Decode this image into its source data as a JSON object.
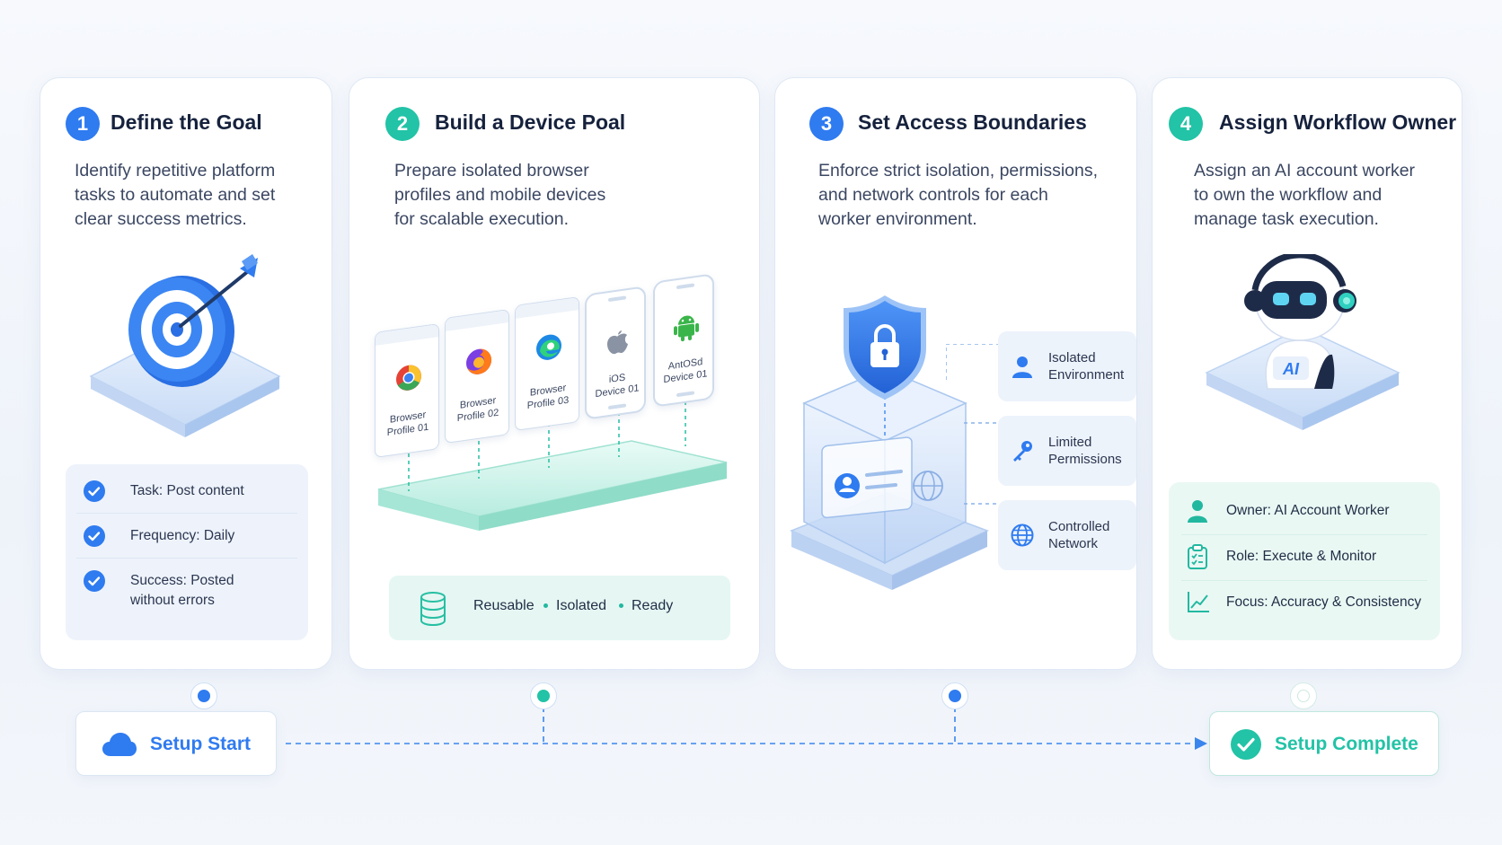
{
  "steps": [
    {
      "number": "1",
      "title": "Define the Goal",
      "description": [
        "Identify repetitive platform",
        "tasks to automate and set",
        "clear success metrics."
      ],
      "checklist": [
        {
          "line1": "Task: Post content",
          "line2": ""
        },
        {
          "line1": "Frequency: Daily",
          "line2": ""
        },
        {
          "line1": "Success: Posted",
          "line2": "without errors"
        }
      ]
    },
    {
      "number": "2",
      "title": "Build a Device Poal",
      "description": [
        "Prepare isolated browser",
        "profiles and mobile devices",
        "for scalable execution."
      ],
      "devices": [
        {
          "line1": "Browser",
          "line2": "Profile 01"
        },
        {
          "line1": "Browser",
          "line2": "Profile 02"
        },
        {
          "line1": "Browser",
          "line2": "Profile 03"
        },
        {
          "line1": "iOS",
          "line2": "Device 01"
        },
        {
          "line1": "AntOSd",
          "line2": "Device 01"
        }
      ],
      "tags": [
        "Reusable",
        "Isolated",
        "Ready"
      ]
    },
    {
      "number": "3",
      "title": "Set Access Boundaries",
      "description": [
        "Enforce strict isolation, permissions,",
        "and network controls for each",
        "worker environment."
      ],
      "controls": [
        {
          "line1": "Isolated",
          "line2": "Environment"
        },
        {
          "line1": "Limited",
          "line2": "Permissions"
        },
        {
          "line1": "Controlled",
          "line2": "Network"
        }
      ]
    },
    {
      "number": "4",
      "title": "Assign Workflow Owner",
      "description": [
        "Assign an AI account worker",
        "to own the workflow and",
        "manage task execution."
      ],
      "robot_label": "AI",
      "details": [
        "Owner: AI Account Worker",
        "Role: Execute & Monitor",
        "Focus: Accuracy & Consistency"
      ]
    }
  ],
  "timeline": {
    "start_label": "Setup Start",
    "end_label": "Setup Complete"
  },
  "colors": {
    "blue": "#2f7bf0",
    "teal": "#22c3a6",
    "navy": "#16223d"
  }
}
